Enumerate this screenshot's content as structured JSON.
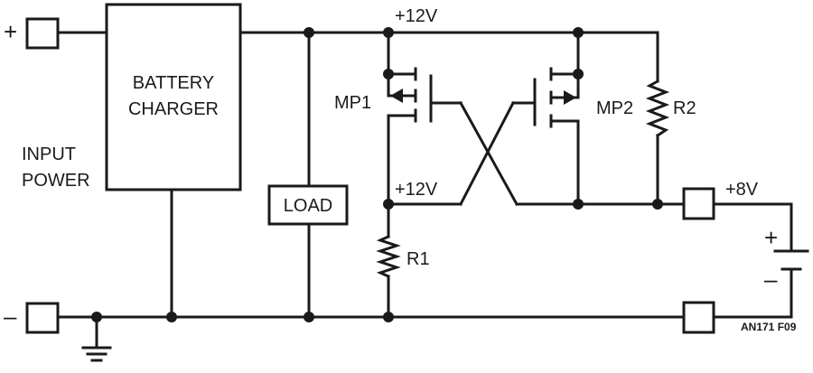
{
  "labels": {
    "input_plus": "+",
    "input_minus": "–",
    "input_power_line1": "INPUT",
    "input_power_line2": "POWER",
    "charger_line1": "BATTERY",
    "charger_line2": "CHARGER",
    "load": "LOAD",
    "top_rail": "+12V",
    "mid_node": "+12V",
    "mp1": "MP1",
    "mp2": "MP2",
    "r1": "R1",
    "r2": "R2",
    "output": "+8V",
    "battery_plus": "+",
    "battery_minus": "–",
    "figure_code": "AN171 F09"
  }
}
